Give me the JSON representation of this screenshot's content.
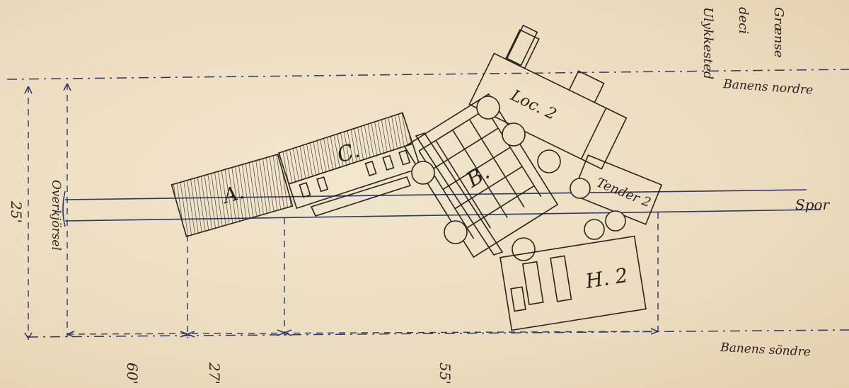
{
  "diagram": {
    "labels": {
      "embankment_north": "Banens nordre",
      "embankment_south": "Banens söndre",
      "track": "Spor",
      "crossing": "Overkjörsel",
      "loco": "Loc. 2",
      "tender": "Tender 2",
      "wagon_a": "A.",
      "wagon_c": "C.",
      "wagon_b": "B.",
      "wagon_h": "H. 2",
      "corner_note": [
        "Grænse",
        "deci",
        "Ulykkested"
      ]
    },
    "dimensions": {
      "d60": "60'",
      "d27": "27'",
      "d55": "55'",
      "d25": "25'"
    }
  }
}
